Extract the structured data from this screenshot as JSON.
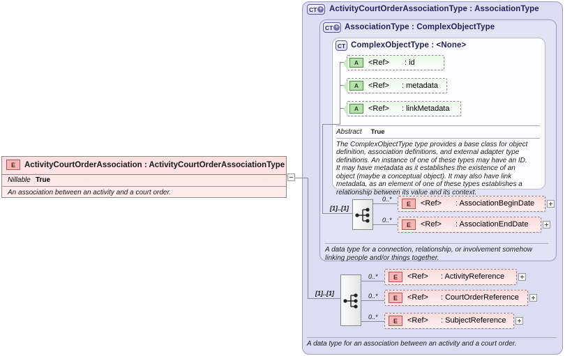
{
  "left_element": {
    "badge": "E",
    "title": "ActivityCourtOrderAssociation : ActivityCourtOrderAssociationType",
    "property_label": "Nillable",
    "property_value": "True",
    "documentation": "An association between an activity and a court order.",
    "expander": "minus-expander"
  },
  "outer_type": {
    "badge": "CT",
    "title": "ActivityCourtOrderAssociationType : AssociationType",
    "documentation": "A data type for an association between an activity and a court order."
  },
  "mid_type": {
    "badge": "CT",
    "title": "AssociationType : ComplexObjectType",
    "documentation": "A data type for a connection, relationship, or involvement somehow linking people and/or things together."
  },
  "inner_type": {
    "badge": "CT",
    "title": "ComplexObjectType : <None>",
    "abstract_label": "Abstract",
    "abstract_value": "True",
    "documentation": "The ComplexObjectType type provides a base class for object definition, association definitions, and external adapter type definitions. An instance of one of these types may have an ID. It may have metadata as it establishes the existence of an object (maybe a conceptual object). It may also have link metadata, as an element of one of these types establishes a relationship between its value and its context."
  },
  "attributes": [
    {
      "badge": "A",
      "ref": "<Ref>",
      "name": ": id"
    },
    {
      "badge": "A",
      "ref": "<Ref>",
      "name": ": metadata"
    },
    {
      "badge": "A",
      "ref": "<Ref>",
      "name": ": linkMetadata"
    }
  ],
  "sequence_upper": {
    "icon": "sequence-icon",
    "occurrence": "[1]..[1]",
    "children": [
      {
        "badge": "E",
        "ref": "<Ref>",
        "name": ": AssociationBeginDate",
        "occurrence": "0..*",
        "expander": "plus-expander"
      },
      {
        "badge": "E",
        "ref": "<Ref>",
        "name": ": AssociationEndDate",
        "occurrence": "0..*",
        "expander": "plus-expander"
      }
    ]
  },
  "sequence_lower": {
    "icon": "sequence-icon",
    "occurrence": "[1]..[1]",
    "children": [
      {
        "badge": "E",
        "ref": "<Ref>",
        "name": ": ActivityReference",
        "occurrence": "0..*",
        "expander": "plus-expander"
      },
      {
        "badge": "E",
        "ref": "<Ref>",
        "name": ": CourtOrderReference",
        "occurrence": "0..*",
        "expander": "plus-expander"
      },
      {
        "badge": "E",
        "ref": "<Ref>",
        "name": ": SubjectReference",
        "occurrence": "0..*",
        "expander": "plus-expander"
      }
    ]
  },
  "colors": {
    "panel_outer": "#dcdcf2",
    "panel_mid": "#e3e3f6",
    "panel_inner": "#fcfcfe",
    "element_fill": "#fbdcdc",
    "attribute_fill": "#eaf7e8",
    "line": "#8a8a9a"
  }
}
